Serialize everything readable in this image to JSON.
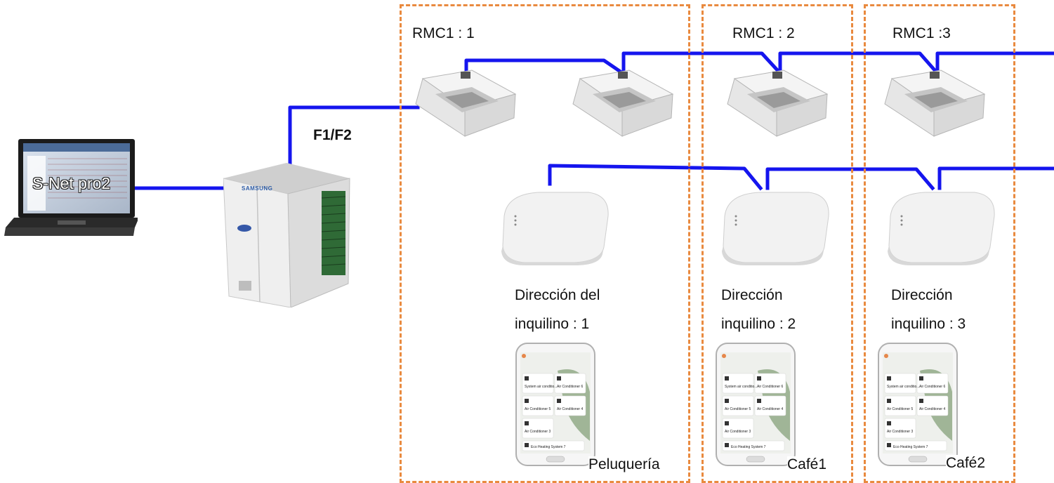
{
  "zones": [
    {
      "label": "RMC1 : 1",
      "tenant_lines": [
        "Dirección del",
        "inquilino : 1"
      ],
      "place": "Peluquería"
    },
    {
      "label": "RMC1 : 2",
      "tenant_lines": [
        "Dirección",
        "inquilino : 2"
      ],
      "place": "Café1"
    },
    {
      "label": "RMC1 :3",
      "tenant_lines": [
        "Dirección",
        "inquilino : 3"
      ],
      "place": "Café2"
    }
  ],
  "bus_label": "F1/F2",
  "software_label": "S-Net pro2",
  "outdoor_unit_brand": "SAMSUNG",
  "phone_app": {
    "tiles": [
      "System air conditio...",
      "Air Conditioner 6",
      "Air Conditioner 5",
      "Air Conditioner 4",
      "Air Conditioner 3",
      "Eco Heating System 7"
    ]
  },
  "colors": {
    "wire": "#1515ee",
    "zone_border": "#e98a3f",
    "device_body": "#e9e9e9"
  },
  "icons": [
    "laptop-icon",
    "outdoor-unit-icon",
    "cassette-unit-icon",
    "wifi-router-icon",
    "smartphone-app-icon"
  ]
}
